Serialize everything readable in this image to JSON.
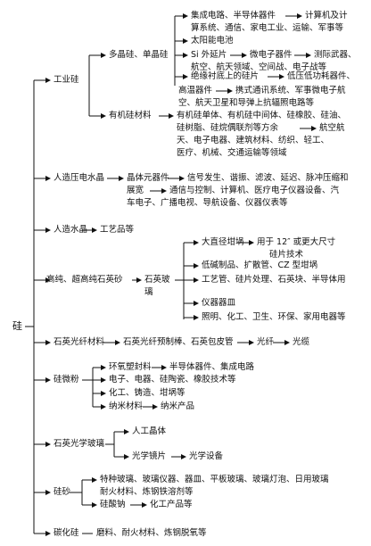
{
  "root": "硅",
  "nodes": [
    {
      "id": "n_gongye",
      "text": "工业硅"
    },
    {
      "id": "n_duojing",
      "text": "多晶硅、单晶硅"
    },
    {
      "id": "n_jicheng",
      "text": "集成电路、半导体器件"
    },
    {
      "id": "n_jisuanji",
      "text": "计算机及计"
    },
    {
      "id": "n_jisuanji2",
      "text": "算系统、通信、家电工业、运输、军事等"
    },
    {
      "id": "n_taiyang",
      "text": "太阳能电池"
    },
    {
      "id": "n_si",
      "text": "Si 外延片"
    },
    {
      "id": "n_weidianzi",
      "text": "微电子器件"
    },
    {
      "id": "n_zhidao",
      "text": "测际武器、"
    },
    {
      "id": "n_hangtian",
      "text": "航空、航天领域、空间战、电子战等"
    },
    {
      "id": "n_jueyuan",
      "text": "绝缘衬底上的硅片"
    },
    {
      "id": "n_digongsun",
      "text": "低压低功耗器件、"
    },
    {
      "id": "n_gaowen",
      "text": "高温器件"
    },
    {
      "id": "n_xiedai",
      "text": "携式通讯系统、军事微电子航"
    },
    {
      "id": "n_hangtian2",
      "text": "空、航天卫星和导弹上抗辐照电路等"
    },
    {
      "id": "n_youji",
      "text": "有机硅材料"
    },
    {
      "id": "n_youji1",
      "text": "有机硅单体、有机硅中间体、硅橡胶、硅油、"
    },
    {
      "id": "n_youji2",
      "text": "硅树脂、硅烷偶联剂等方余"
    },
    {
      "id": "n_hangkong",
      "text": "航空航"
    },
    {
      "id": "n_youji3",
      "text": "天、电子电器、建筑材料、纺织、轻工、"
    },
    {
      "id": "n_youji4",
      "text": "医疗、机械、交通运输等领域"
    },
    {
      "id": "n_rengong",
      "text": "人造压电水晶"
    },
    {
      "id": "n_jingti",
      "text": "晶体元器件"
    },
    {
      "id": "n_xinhao",
      "text": "信号发生、谐振、滤波、延迟、脉冲压缩和"
    },
    {
      "id": "n_zhanguang",
      "text": "展宽"
    },
    {
      "id": "n_tongxin",
      "text": "通信与控制、计算机、医疗电子仪器设备、汽"
    },
    {
      "id": "n_qiche",
      "text": "车电子、广播电视、导航设备、仪器仪表等"
    },
    {
      "id": "n_rengong2",
      "text": "人造水晶"
    },
    {
      "id": "n_gongyipin",
      "text": "工艺品等"
    },
    {
      "id": "n_gaochun",
      "text": "高纯、超高纯石英砂"
    },
    {
      "id": "n_shiying",
      "text": "石英玻"
    },
    {
      "id": "n_shiying2",
      "text": "璃"
    },
    {
      "id": "n_dazhijing",
      "text": "大直径坩埚"
    },
    {
      "id": "n_yongyu",
      "text": "用于 12″ 或更大尺寸"
    },
    {
      "id": "n_guipian",
      "text": "硅片技术"
    },
    {
      "id": "n_dijian",
      "text": "低碱制品、扩散管、CZ 型坩埚"
    },
    {
      "id": "n_gongyi",
      "text": "工艺管、硅片处理、石英块、半导体用"
    },
    {
      "id": "n_yiqi",
      "text": "仪器器皿"
    },
    {
      "id": "n_zhaoming",
      "text": "照明、化工、卫生、环保、家用电器等"
    },
    {
      "id": "n_guangxian",
      "text": "石英光纤材料"
    },
    {
      "id": "n_yuzhi",
      "text": "石英光纤预制棒、石英包皮管"
    },
    {
      "id": "n_guangxian2",
      "text": "光纤"
    },
    {
      "id": "n_guanglan",
      "text": "光缆"
    },
    {
      "id": "n_guiweifen",
      "text": "硅微粉"
    },
    {
      "id": "n_huanyang",
      "text": "环氧塑封料"
    },
    {
      "id": "n_bandaoti",
      "text": "半导体器件、集成电路"
    },
    {
      "id": "n_dianzi",
      "text": "电子、电器、硅陶瓷、橡胶技术等"
    },
    {
      "id": "n_huagong",
      "text": "化工、铸造、坩埚等"
    },
    {
      "id": "n_nami",
      "text": "纳米材料"
    },
    {
      "id": "n_namichanpin",
      "text": "纳米产品"
    },
    {
      "id": "n_guangxue",
      "text": "石英光学玻璃"
    },
    {
      "id": "n_rengongjingti",
      "text": "人工晶体"
    },
    {
      "id": "n_guangxuejingpian",
      "text": "光学镜片"
    },
    {
      "id": "n_guangxueshebei",
      "text": "光学设备"
    },
    {
      "id": "n_guisha",
      "text": "硅砂"
    },
    {
      "id": "n_teizhong",
      "text": "特种玻璃、玻璃仪器、器皿、平板玻璃、玻璃灯泡、日用玻璃"
    },
    {
      "id": "n_naihuo",
      "text": "耐火材料、炼钢铁溶剂等"
    },
    {
      "id": "n_guisuanna",
      "text": "硅酸钠"
    },
    {
      "id": "n_huagongchanpin",
      "text": "化工产品等"
    },
    {
      "id": "n_tanhuagui",
      "text": "碳化硅"
    },
    {
      "id": "n_moliao",
      "text": "磨料、耐火材料、炼钢脱氧等"
    }
  ]
}
